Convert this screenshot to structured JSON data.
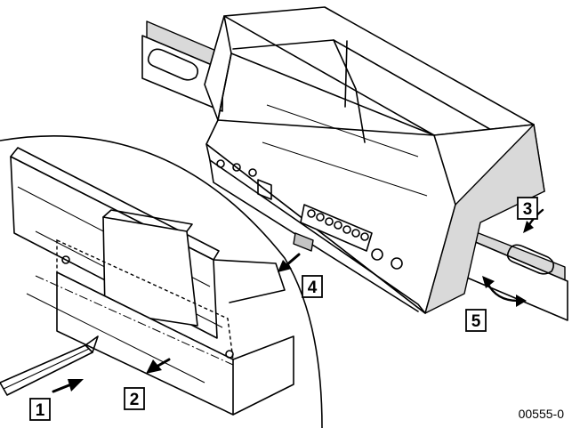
{
  "steps": {
    "s1": "1",
    "s2": "2",
    "s3": "3",
    "s4": "4",
    "s5": "5"
  },
  "figure_code": "00555-0"
}
